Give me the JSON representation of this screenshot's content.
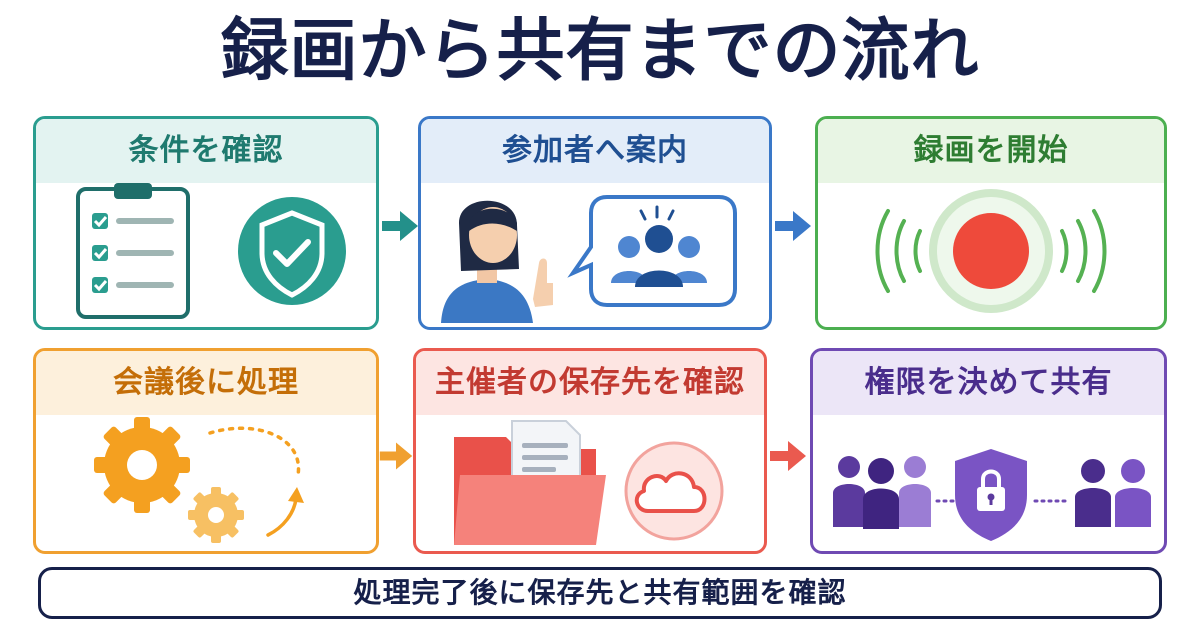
{
  "title": "録画から共有までの流れ",
  "steps": [
    {
      "label": "条件を確認",
      "icons": [
        "checklist-icon",
        "shield-check-icon"
      ],
      "color": "#23908a",
      "head_bg": "#e3f3f1"
    },
    {
      "label": "参加者へ案内",
      "icons": [
        "presenter-icon",
        "speech-bubble-icon",
        "group-icon"
      ],
      "color": "#2f6dc0",
      "head_bg": "#e3edf9"
    },
    {
      "label": "録画を開始",
      "icons": [
        "record-button-icon"
      ],
      "color": "#3f9b3f",
      "head_bg": "#e8f5e4"
    },
    {
      "label": "会議後に処理",
      "icons": [
        "gear-icon",
        "small-gear-icon"
      ],
      "color": "#d97f11",
      "head_bg": "#fdf0dc"
    },
    {
      "label": "主催者の保存先を確認",
      "icons": [
        "folder-icon",
        "cloud-icon"
      ],
      "color": "#d9473f",
      "head_bg": "#fde5e2"
    },
    {
      "label": "権限を決めて共有",
      "icons": [
        "group-icon",
        "lock-shield-icon",
        "users-icon"
      ],
      "color": "#5e3ba6",
      "head_bg": "#ece6f7"
    }
  ],
  "footer": "処理完了後に保存先と共有範囲を確認"
}
